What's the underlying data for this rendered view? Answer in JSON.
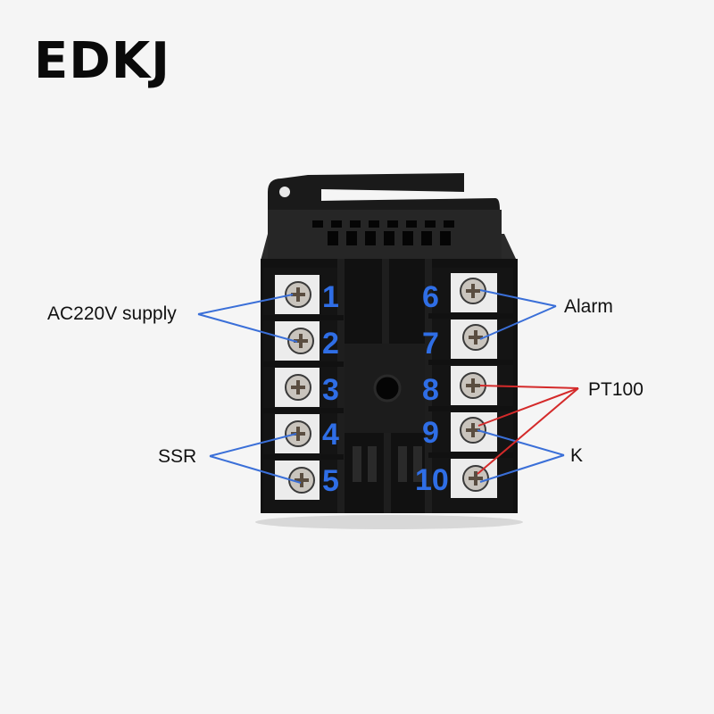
{
  "brand": {
    "name": "EDKJ"
  },
  "device": {
    "type": "temperature-controller-rear-terminals",
    "terminal_count": 10
  },
  "terminals": {
    "left": [
      {
        "number": "1"
      },
      {
        "number": "2"
      },
      {
        "number": "3"
      },
      {
        "number": "4"
      },
      {
        "number": "5"
      }
    ],
    "right": [
      {
        "number": "6"
      },
      {
        "number": "7"
      },
      {
        "number": "8"
      },
      {
        "number": "9"
      },
      {
        "number": "10"
      }
    ]
  },
  "labels": {
    "supply": {
      "text": "AC220V supply",
      "terminals": [
        "1",
        "2"
      ],
      "line_color": "#3a6fd8"
    },
    "ssr": {
      "text": "SSR",
      "terminals": [
        "4",
        "5"
      ],
      "line_color": "#3a6fd8"
    },
    "alarm": {
      "text": "Alarm",
      "terminals": [
        "6",
        "7"
      ],
      "line_color": "#3a6fd8"
    },
    "pt100": {
      "text": "PT100",
      "terminals": [
        "8",
        "9",
        "10"
      ],
      "line_color": "#d42a2a"
    },
    "k": {
      "text": "K",
      "terminals": [
        "9",
        "10"
      ],
      "line_color": "#3a6fd8"
    }
  },
  "colors": {
    "background": "#f5f5f5",
    "terminal_number": "#2f6ee6",
    "device_body": "#111111",
    "screw_plate": "#e8e8e8"
  }
}
